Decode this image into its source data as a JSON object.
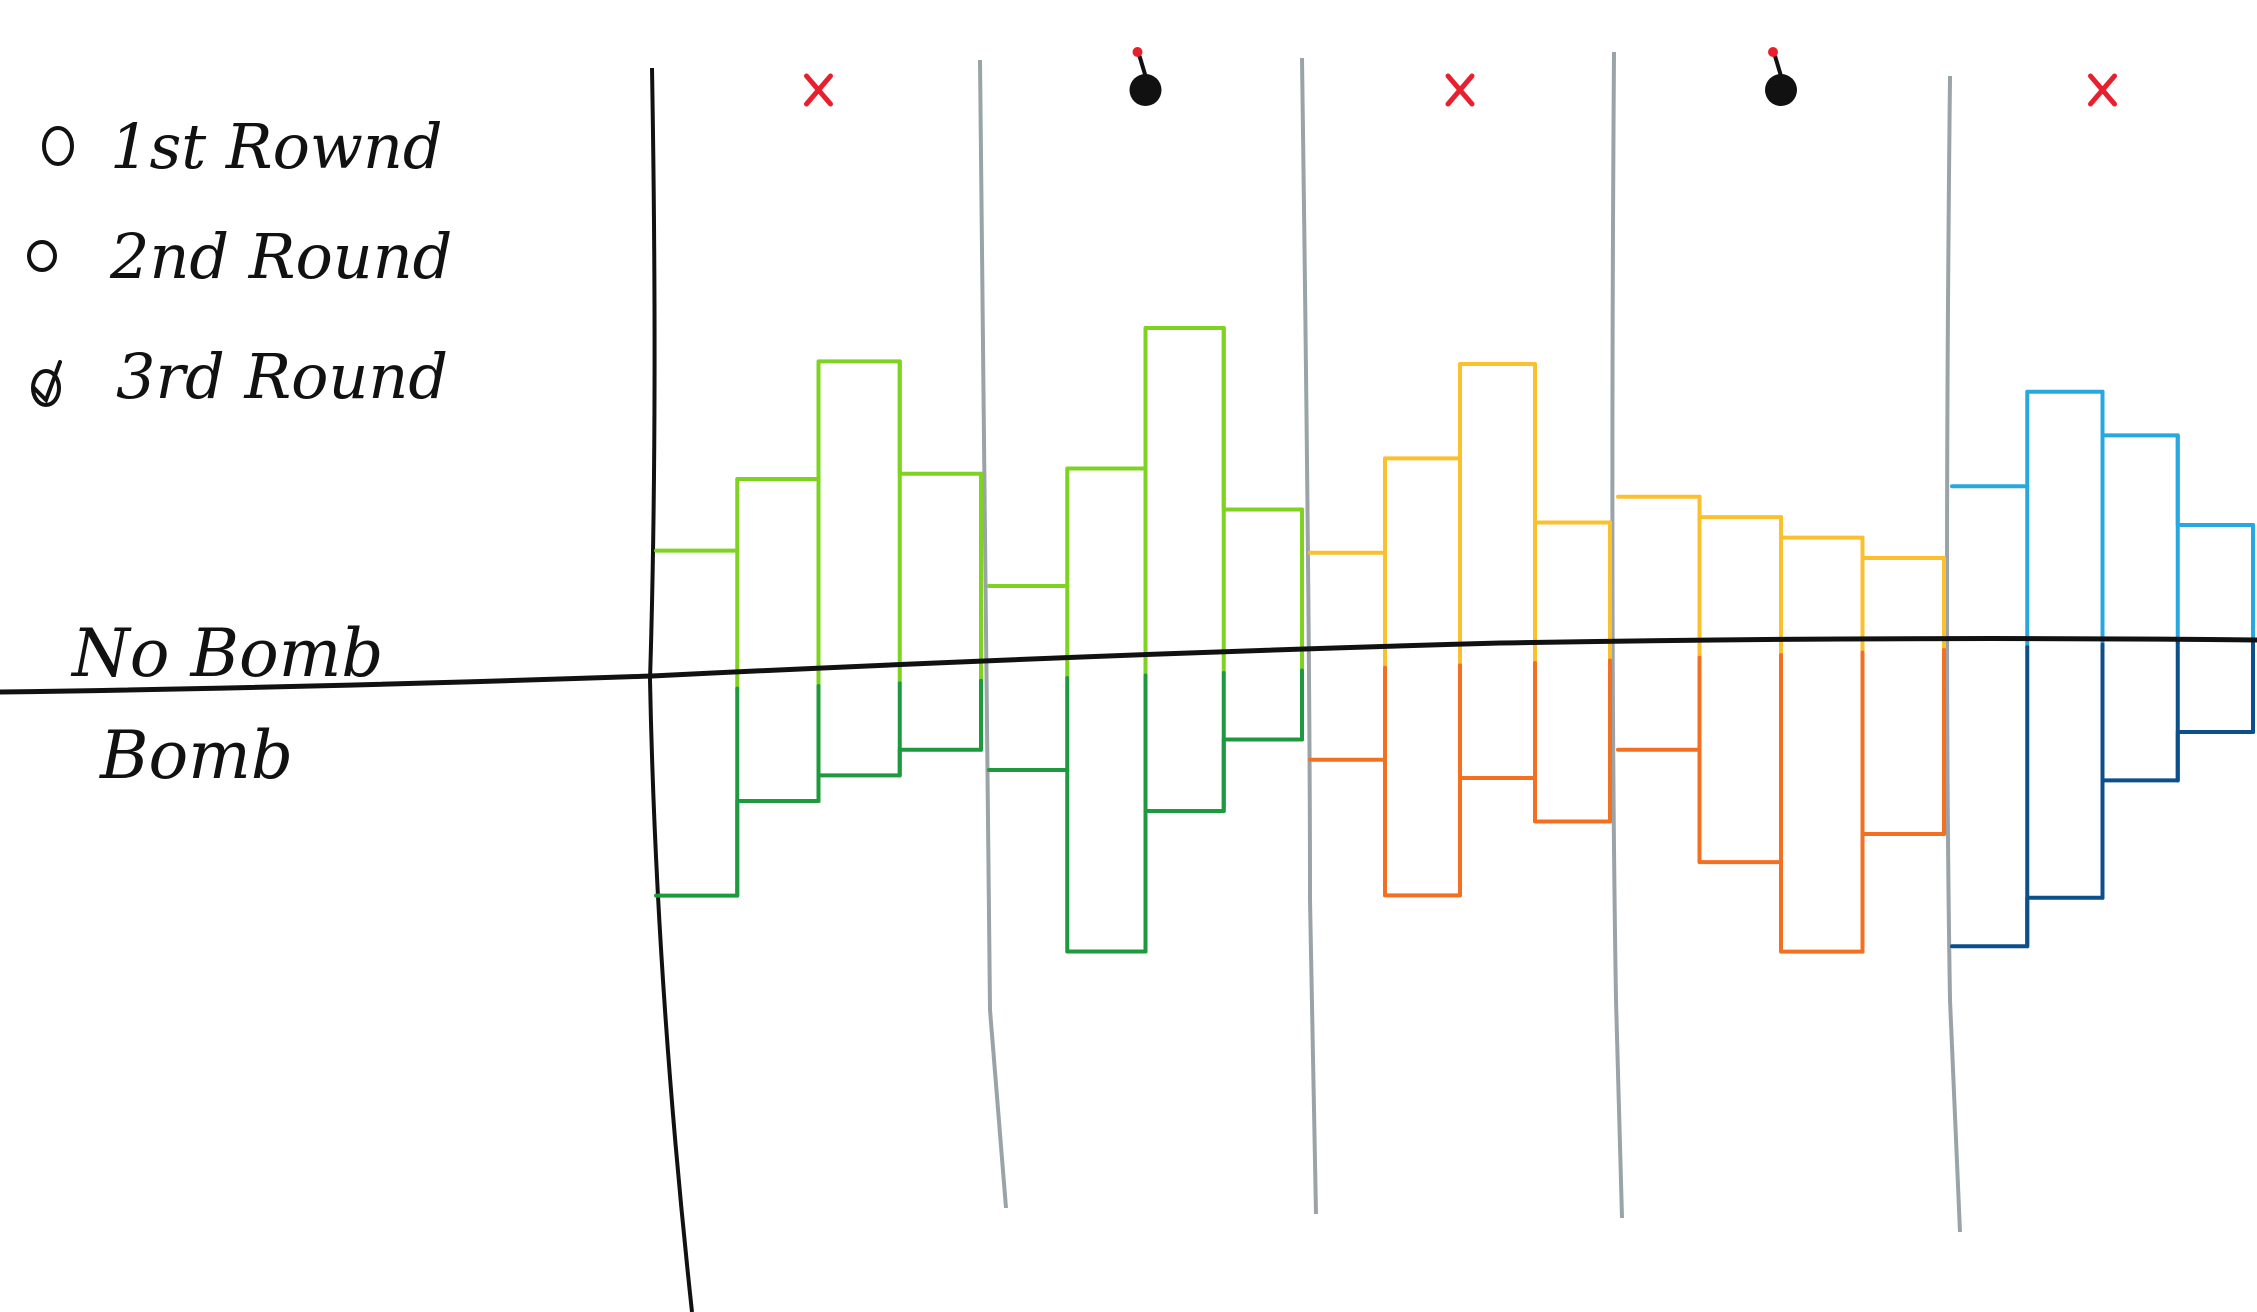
{
  "legend": {
    "items": [
      {
        "label": "1st Rownd",
        "state": "unchecked"
      },
      {
        "label": "2nd Round",
        "state": "unchecked"
      },
      {
        "label": "3rd Round",
        "state": "checked"
      }
    ]
  },
  "baseline": {
    "upper_label": "No Bomb",
    "lower_label": "Bomb"
  },
  "columns": [
    {
      "marker": "x",
      "marker_color": "#e8202e",
      "above_color": "#7ed321",
      "below_color": "#1e9a3e",
      "above_values": [
        3,
        4.5,
        7,
        4.5
      ],
      "below_values": [
        4.5,
        2.5,
        2,
        1.5
      ]
    },
    {
      "marker": "bomb",
      "marker_color": "#111111",
      "above_color": "#7ed321",
      "below_color": "#1e9a3e",
      "above_values": [
        2,
        4.5,
        7.5,
        3.5
      ],
      "below_values": [
        2,
        6,
        3,
        1.5
      ]
    },
    {
      "marker": "x",
      "marker_color": "#e8202e",
      "above_color": "#fbc02d",
      "below_color": "#f37020",
      "above_values": [
        2.5,
        4.5,
        6.5,
        3
      ],
      "below_values": [
        2,
        5,
        2.5,
        3.5
      ]
    },
    {
      "marker": "bomb",
      "marker_color": "#111111",
      "above_color": "#fbc02d",
      "below_color": "#f37020",
      "above_values": [
        3.5,
        3,
        2.5,
        2
      ],
      "below_values": [
        2,
        4.5,
        6.5,
        4
      ]
    },
    {
      "marker": "x",
      "marker_color": "#e8202e",
      "above_color": "#29a8e0",
      "below_color": "#0d4f8b",
      "above_values": [
        3.5,
        5.5,
        4.5,
        2.5
      ],
      "below_values": [
        6.5,
        5.5,
        3,
        2
      ]
    }
  ],
  "colors": {
    "ink": "#111111",
    "divider": "#9aa3a8",
    "cross": "#e8202e",
    "bomb_fuse": "#e8202e"
  }
}
